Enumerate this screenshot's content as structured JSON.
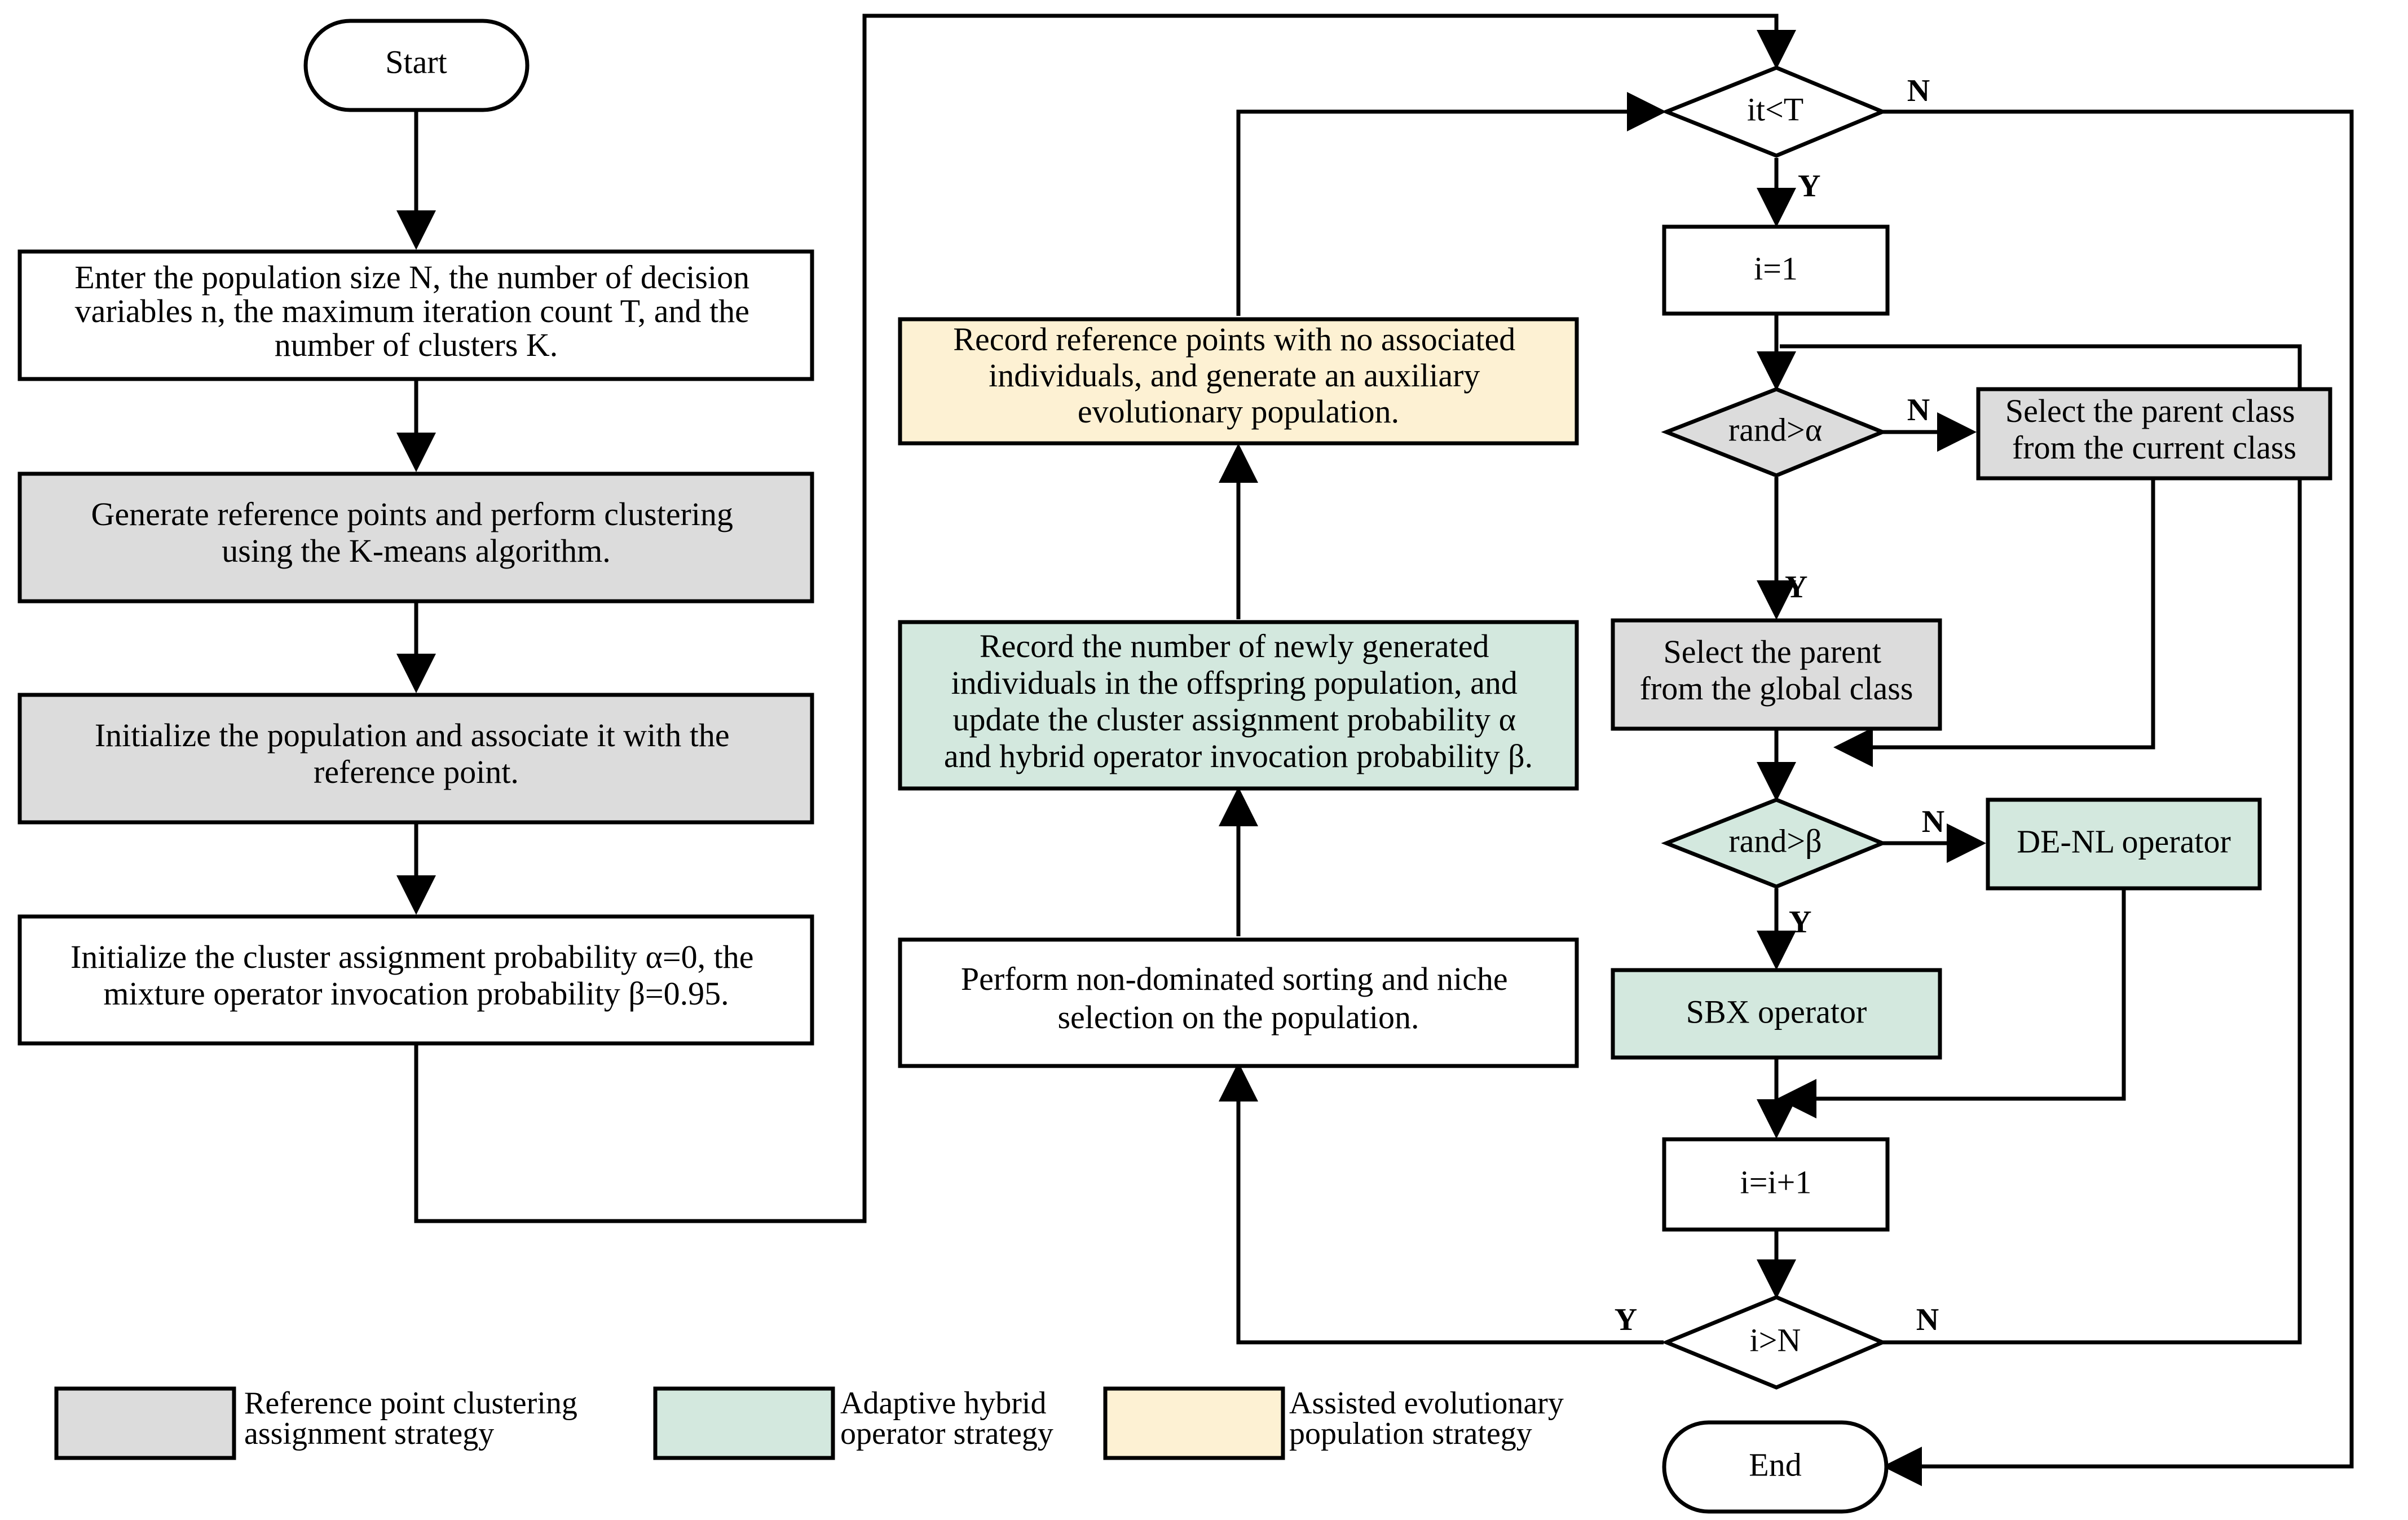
{
  "colors": {
    "white": "#ffffff",
    "gray": "#dcdcdc",
    "green": "#d3e8de",
    "yellow": "#fdf1d3",
    "line": "#000000"
  },
  "nodes": {
    "start": "Start",
    "enter": [
      "Enter the population size N, the number of decision",
      "variables n, the maximum iteration count T, and the",
      "number of clusters K."
    ],
    "generate": [
      "Generate reference points and perform clustering",
      "using the K-means algorithm."
    ],
    "init_pop": [
      "Initialize the population and associate it with the",
      "reference point."
    ],
    "init_prob": [
      "Initialize the cluster assignment probability α=0, the",
      "mixture operator invocation probability β=0.95."
    ],
    "record_ref": [
      "Record reference points with no associated",
      "individuals, and generate an auxiliary",
      "evolutionary population."
    ],
    "record_num": [
      "Record the number of newly generated",
      "individuals in the offspring population, and",
      "update the cluster assignment probability α",
      "and hybrid operator invocation probability β."
    ],
    "nds": [
      "Perform non-dominated sorting and niche",
      "selection on the population."
    ],
    "it_lt_t": "it<T",
    "i_eq_1": "i=1",
    "rand_alpha": "rand>α",
    "select_current": [
      "Select the parent class",
      "from the current class"
    ],
    "select_global": [
      "Select the parent",
      "from the global class"
    ],
    "rand_beta": "rand>β",
    "de_nl": "DE-NL operator",
    "sbx": "SBX operator",
    "i_inc": "i=i+1",
    "i_gt_n": "i>N",
    "end": "End"
  },
  "branch_labels": {
    "it_n": "N",
    "it_y": "Y",
    "alpha_n": "N",
    "alpha_y": "Y",
    "beta_n": "N",
    "beta_y": "Y",
    "ign_y": "Y",
    "ign_n": "N"
  },
  "legend": [
    {
      "color": "gray",
      "lines": [
        "Reference point clustering",
        "assignment strategy"
      ]
    },
    {
      "color": "green",
      "lines": [
        "Adaptive hybrid",
        "operator strategy"
      ]
    },
    {
      "color": "yellow",
      "lines": [
        "Assisted evolutionary",
        "population strategy"
      ]
    }
  ]
}
